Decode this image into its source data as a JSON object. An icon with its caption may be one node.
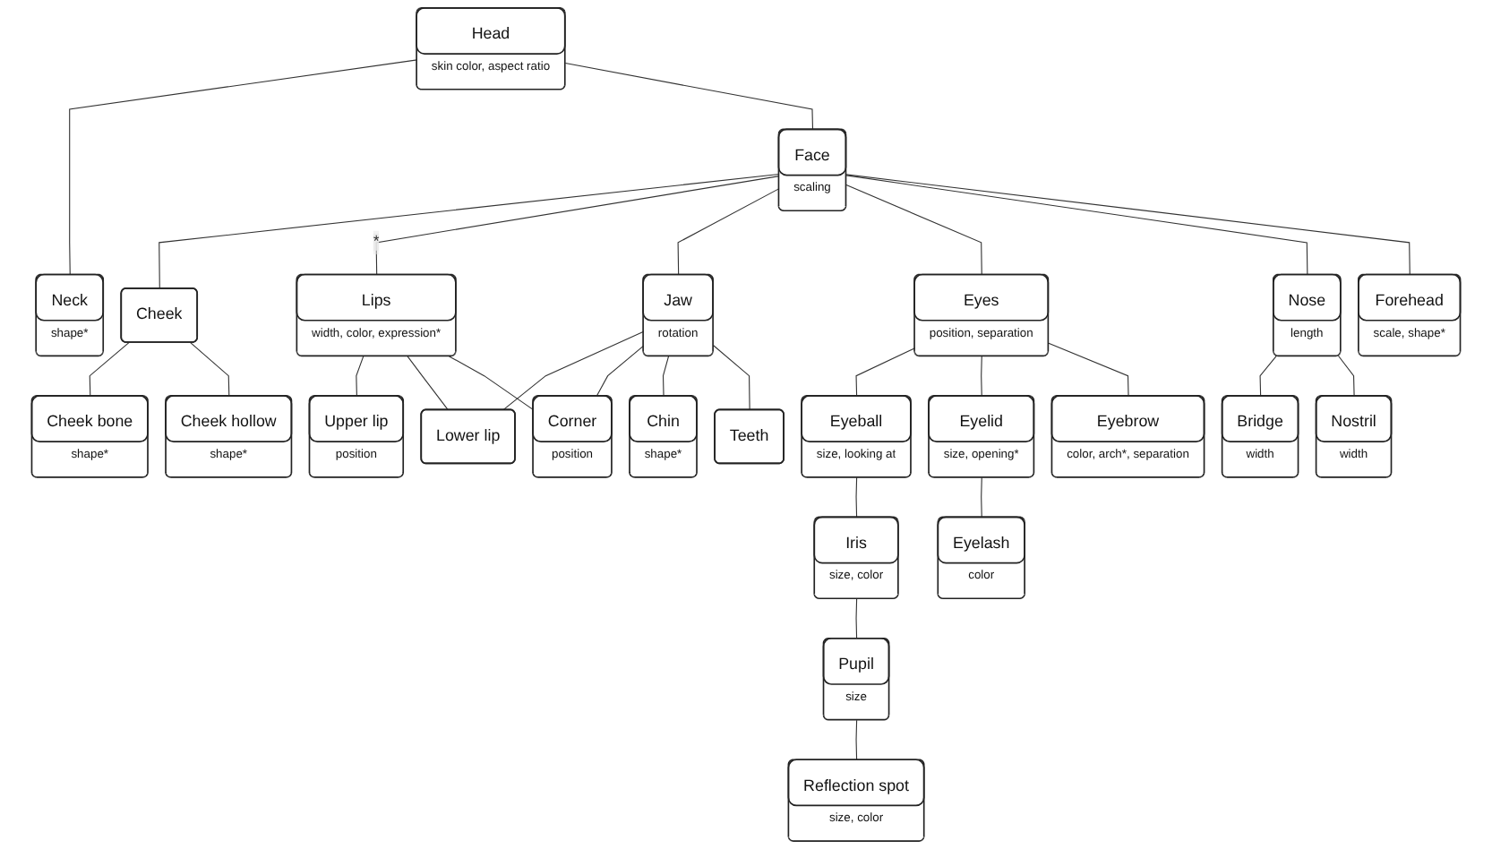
{
  "diagram": {
    "nodes": [
      {
        "text": [
          "Head"
        ],
        "beside": [
          "skin color, aspect ratio"
        ]
      },
      {
        "text": [
          "Neck"
        ],
        "beside": [
          "shape*"
        ]
      },
      {
        "text": [
          "Face"
        ],
        "beside": [
          "scaling"
        ]
      },
      {
        "text": [
          "Cheek"
        ]
      },
      {
        "text": [
          "Eyes"
        ],
        "beside": [
          "position, separation"
        ]
      },
      {
        "text": [
          "Forehead"
        ],
        "beside": [
          "scale, shape*"
        ]
      },
      {
        "text": [
          "Cheek bone"
        ],
        "beside": [
          "shape*"
        ]
      },
      {
        "text": [
          "Cheek hollow"
        ],
        "beside": [
          "shape*"
        ]
      },
      {
        "text": [
          "Eyeball"
        ],
        "beside": [
          "size, looking at"
        ]
      },
      {
        "text": [
          "Eyebrow"
        ],
        "beside": [
          "color, arch*, separation"
        ]
      },
      {
        "text": [
          "Lips"
        ],
        "beside": [
          "width, color, expression*"
        ]
      },
      {
        "text": [
          "Jaw"
        ],
        "beside": [
          "rotation"
        ]
      },
      {
        "text": [
          "Nose"
        ],
        "beside": [
          "length"
        ]
      },
      {
        "text": [
          "Iris"
        ],
        "beside": [
          "size, color"
        ]
      },
      {
        "text": [
          "Eyelid"
        ],
        "beside": [
          "size, opening*"
        ]
      },
      {
        "text": [
          "Teeth"
        ]
      },
      {
        "text": [
          "Lower lip"
        ]
      },
      {
        "text": [
          "Bridge"
        ],
        "beside": [
          "width"
        ]
      },
      {
        "text": [
          "Nostril"
        ],
        "beside": [
          "width"
        ]
      },
      {
        "text": [
          "Pupil"
        ],
        "beside": [
          "size"
        ]
      },
      {
        "text": [
          "Eyelash"
        ],
        "beside": [
          "color"
        ]
      },
      {
        "text": [
          "Corner"
        ],
        "beside": [
          "position"
        ]
      },
      {
        "text": [
          "Chin"
        ],
        "beside": [
          "shape*"
        ]
      },
      {
        "text": [
          "Upper lip"
        ],
        "beside": [
          "position"
        ]
      },
      {
        "text": [
          "Reflection spot"
        ],
        "beside": [
          "size, color"
        ]
      }
    ],
    "edges": [
      {
        "from": 0,
        "to": 1,
        "arrow": "none"
      },
      {
        "from": 0,
        "to": 2,
        "arrow": "none"
      },
      {
        "from": 2,
        "to": 3,
        "arrow": "none"
      },
      {
        "from": 2,
        "to": 10,
        "arrow": "none",
        "label": "*"
      },
      {
        "from": 2,
        "to": 11,
        "arrow": "none"
      },
      {
        "from": 2,
        "to": 4,
        "arrow": "none"
      },
      {
        "from": 2,
        "to": 12,
        "arrow": "none"
      },
      {
        "from": 2,
        "to": 5,
        "arrow": "none"
      },
      {
        "from": 3,
        "to": 6,
        "arrow": "none"
      },
      {
        "from": 3,
        "to": 7,
        "arrow": "none"
      },
      {
        "from": 10,
        "to": 23,
        "arrow": "none"
      },
      {
        "from": 10,
        "to": 16,
        "arrow": "none"
      },
      {
        "from": 10,
        "to": 21,
        "arrow": "none"
      },
      {
        "from": 11,
        "to": 16,
        "arrow": "none"
      },
      {
        "from": 11,
        "to": 21,
        "arrow": "none"
      },
      {
        "from": 11,
        "to": 22,
        "arrow": "none"
      },
      {
        "from": 11,
        "to": 15,
        "arrow": "none"
      },
      {
        "from": 4,
        "to": 8,
        "arrow": "none"
      },
      {
        "from": 4,
        "to": 14,
        "arrow": "none"
      },
      {
        "from": 4,
        "to": 9,
        "arrow": "none"
      },
      {
        "from": 8,
        "to": 13,
        "arrow": "none"
      },
      {
        "from": 13,
        "to": 19,
        "arrow": "none"
      },
      {
        "from": 19,
        "to": 24,
        "arrow": "none"
      },
      {
        "from": 14,
        "to": 20,
        "arrow": "none"
      },
      {
        "from": 12,
        "to": 17,
        "arrow": "none"
      },
      {
        "from": 12,
        "to": 18,
        "arrow": "none"
      }
    ]
  }
}
